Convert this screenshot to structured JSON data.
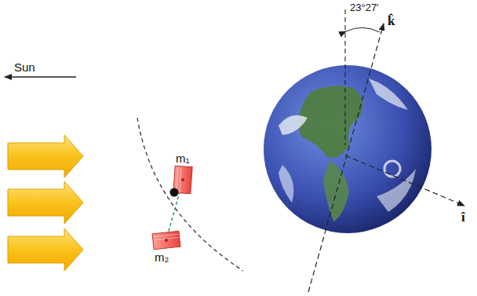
{
  "diagram": {
    "labels": [
      "Sun",
      "m₁",
      "m₂",
      "23°27′",
      "k̂",
      "î"
    ]
  }
}
